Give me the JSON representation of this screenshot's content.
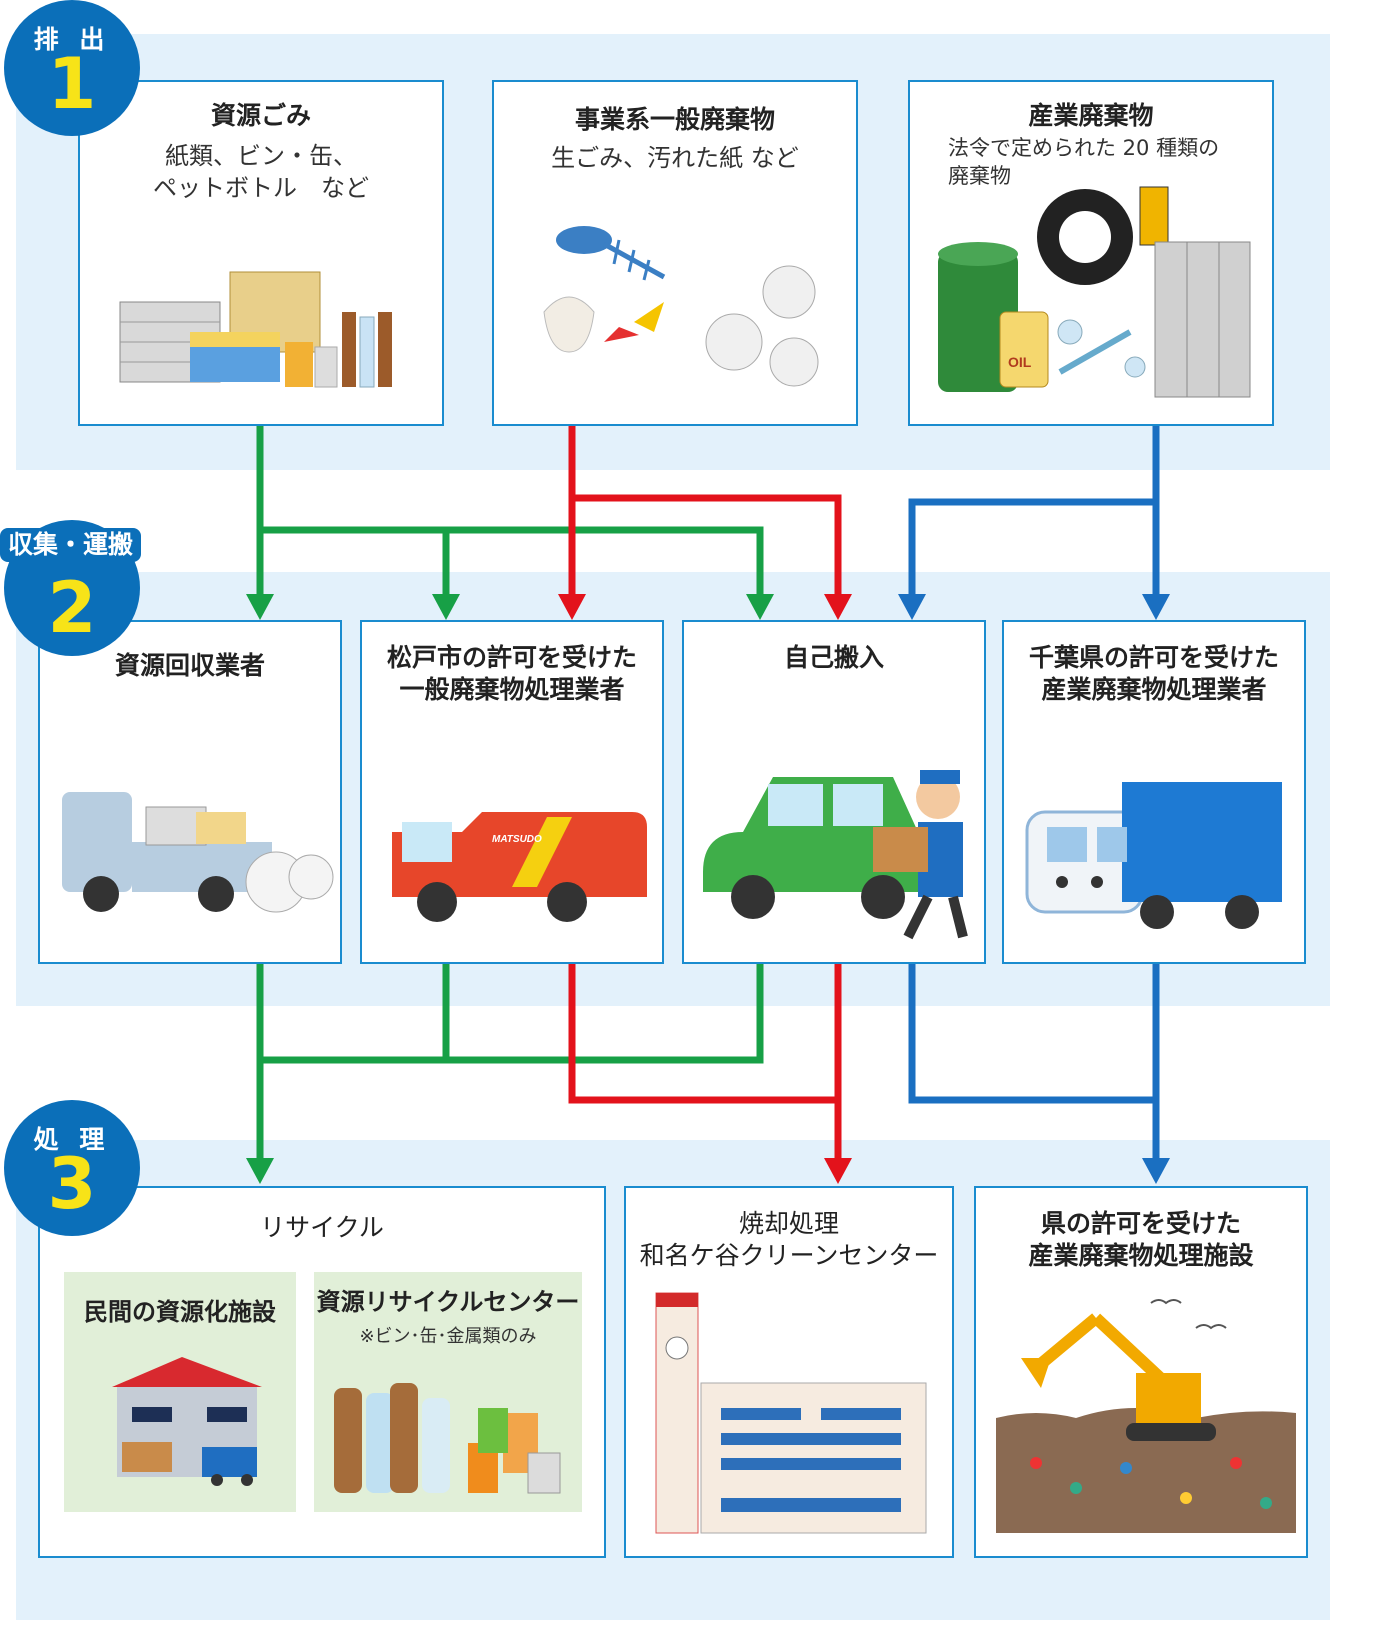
{
  "stages": [
    {
      "label": "排 出",
      "number": "1"
    },
    {
      "label": "収集・運搬",
      "number": "2"
    },
    {
      "label": "処 理",
      "number": "3"
    }
  ],
  "emission": [
    {
      "title": "資源ごみ",
      "desc": "紙類、ビン・缶、\nペットボトル　など"
    },
    {
      "title": "事業系一般廃棄物",
      "desc": "生ごみ、汚れた紙 など"
    },
    {
      "title": "産業廃棄物",
      "desc": "法令で定められた 20 種類の\n廃棄物"
    }
  ],
  "collection": [
    {
      "title": "資源回収業者"
    },
    {
      "title": "松戸市の許可を受けた\n一般廃棄物処理業者",
      "truck_text": "MATSUDO"
    },
    {
      "title": "自己搬入"
    },
    {
      "title": "千葉県の許可を受けた\n産業廃棄物処理業者"
    }
  ],
  "processing": {
    "recycle": {
      "title": "リサイクル",
      "private": "民間の資源化施設",
      "center": "資源リサイクルセンター",
      "center_note": "※ビン･缶･金属類のみ"
    },
    "incineration": {
      "title": "焼却処理\n和名ケ谷クリーンセンター"
    },
    "industrial": {
      "title": "県の許可を受けた\n産業廃棄物処理施設"
    }
  },
  "oil_label": "OIL",
  "colors": {
    "green": "#17a046",
    "red": "#e3121b",
    "blue": "#1a6fc1",
    "band": "#e3f1fb",
    "badge": "#0b6fb9",
    "badge_number": "#f7e318"
  }
}
